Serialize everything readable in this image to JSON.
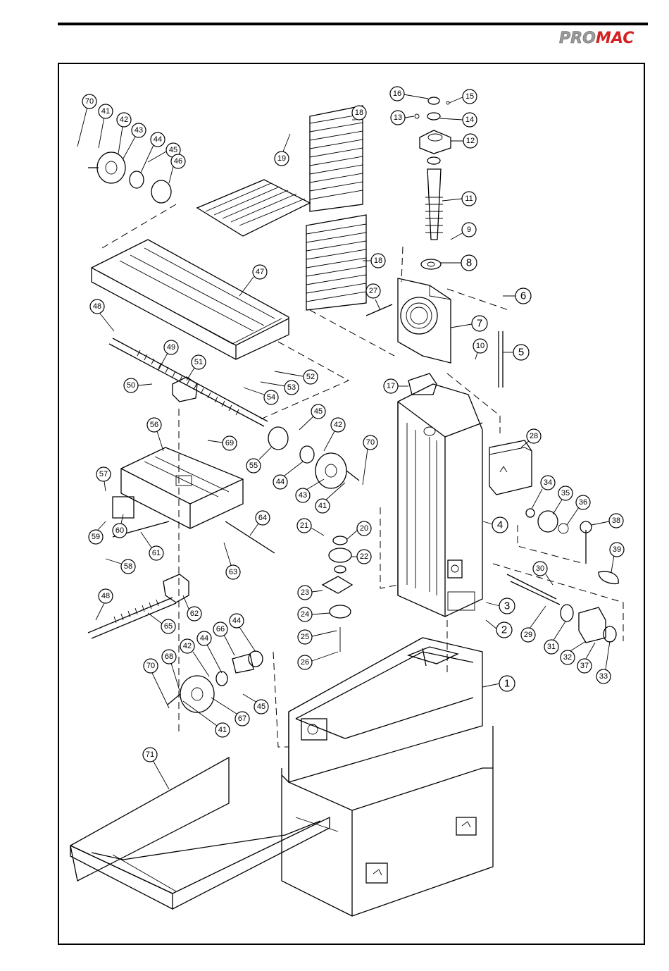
{
  "header": {
    "brand_left": "PRO",
    "brand_right": "MAC",
    "brand_left_color": "#9a9a9a",
    "brand_right_color": "#d42020"
  },
  "diagram": {
    "callouts": [
      "1",
      "2",
      "3",
      "4",
      "5",
      "6",
      "7",
      "8",
      "9",
      "10",
      "11",
      "12",
      "13",
      "14",
      "15",
      "16",
      "17",
      "18",
      "18",
      "19",
      "20",
      "21",
      "22",
      "23",
      "24",
      "25",
      "26",
      "27",
      "28",
      "29",
      "30",
      "31",
      "32",
      "33",
      "34",
      "35",
      "36",
      "37",
      "38",
      "39",
      "41",
      "41",
      "41",
      "42",
      "42",
      "42",
      "43",
      "43",
      "44",
      "44",
      "44",
      "44",
      "45",
      "45",
      "45",
      "46",
      "47",
      "48",
      "48",
      "49",
      "50",
      "51",
      "52",
      "53",
      "54",
      "55",
      "56",
      "57",
      "58",
      "59",
      "60",
      "61",
      "62",
      "63",
      "64",
      "65",
      "66",
      "67",
      "68",
      "69",
      "70",
      "70",
      "70",
      "71"
    ]
  }
}
